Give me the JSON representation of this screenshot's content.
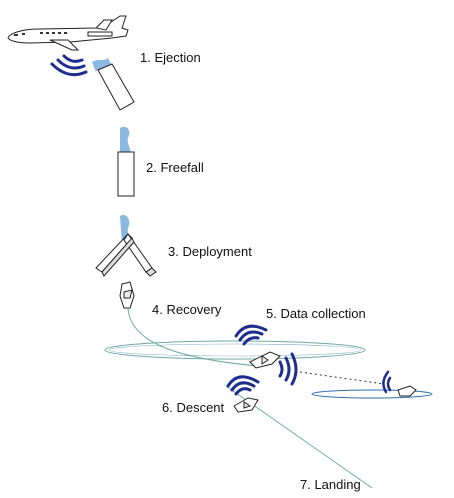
{
  "stages": [
    {
      "id": "ejection",
      "label": "1. Ejection"
    },
    {
      "id": "freefall",
      "label": "2. Freefall"
    },
    {
      "id": "deployment",
      "label": "3. Deployment"
    },
    {
      "id": "recovery",
      "label": "4. Recovery"
    },
    {
      "id": "data-collection",
      "label": "5. Data collection"
    },
    {
      "id": "descent",
      "label": "6. Descent"
    },
    {
      "id": "landing",
      "label": "7. Landing"
    }
  ],
  "icons": {
    "aircraft": "jet-aircraft-icon",
    "canister": "canister-icon",
    "glider": "glider-icon",
    "signal": "radio-signal-icon"
  },
  "colors": {
    "signal": "#1d2e8f",
    "streamer": "#8ab8e0",
    "path": "#6fa9a4",
    "orbit": "#2f6fb0",
    "outline": "#222222"
  }
}
